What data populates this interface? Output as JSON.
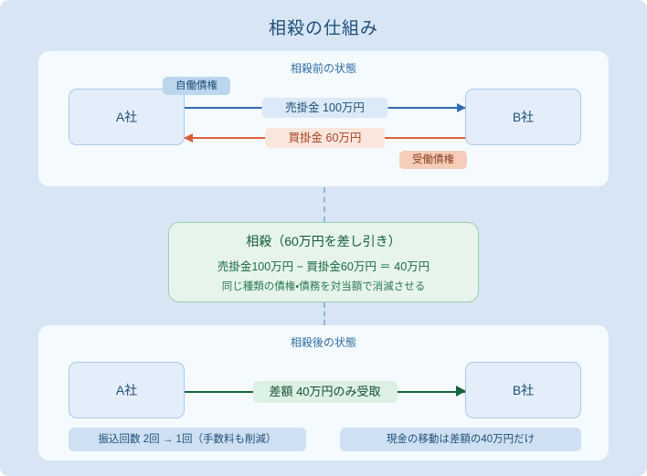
{
  "title": "相殺の仕組み",
  "colors": {
    "background": "#d7e5f4",
    "panel": "#f5faff",
    "title_text": "#1f4e79",
    "receivable_blue": "#2f6eb5",
    "payable_orange": "#d9603b",
    "offset_green": "#16643c",
    "badge_jido": "#bcd6ee",
    "badge_judo": "#f5cdb8"
  },
  "before": {
    "heading": "相殺前の状態",
    "company_left": "A社",
    "company_right": "B社",
    "badge_active_claim": "自働債権",
    "badge_passive_claim": "受働債権",
    "flows": [
      {
        "label": "売掛金 100万円",
        "direction": "right",
        "color": "#2f6eb5",
        "amount": 1000000
      },
      {
        "label": "買掛金 60万円",
        "direction": "left",
        "color": "#d9603b",
        "amount": 600000
      }
    ]
  },
  "offset": {
    "title": "相殺（60万円を差し引き）",
    "formula": "売掛金100万円 − 買掛金60万円 ＝ 40万円",
    "note": "同じ種類の債権・債務を対当額で消滅させる"
  },
  "after": {
    "heading": "相殺後の状態",
    "company_left": "A社",
    "company_right": "B社",
    "flow": {
      "label": "差額 40万円のみ受取",
      "direction": "right",
      "color": "#16643c",
      "amount": 400000
    },
    "notes": [
      "振込回数 2回 → 1回（手数料も削減）",
      "現金の移動は差額の40万円だけ"
    ]
  }
}
